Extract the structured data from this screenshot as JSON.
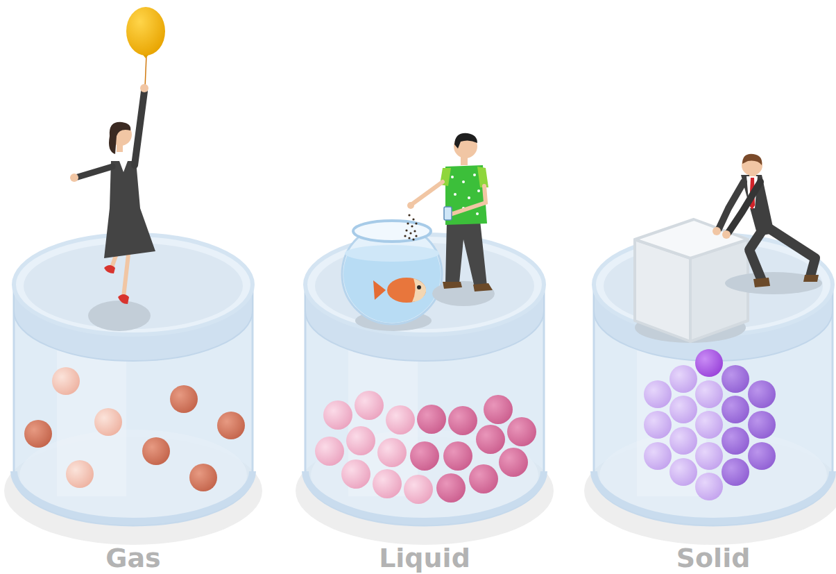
{
  "diagram": {
    "nodes": [
      {
        "text": [
          "Gas"
        ]
      },
      {
        "text": [
          "Liquid"
        ]
      },
      {
        "text": [
          "Solid"
        ]
      }
    ]
  }
}
